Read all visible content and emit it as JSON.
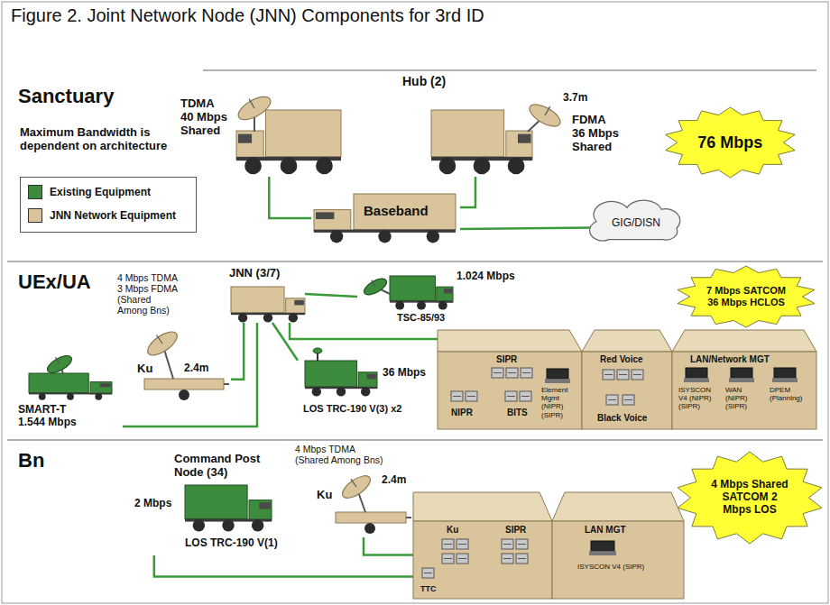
{
  "diagram": {
    "title": "Figure 2. Joint Network Node (JNN) Components for 3rd ID",
    "nodes": [
      {
        "text": [
          "Sanctuary",
          "Maximum Bandwidth is dependent on architecture"
        ]
      },
      {
        "text": [
          "TDMA 40 Mbps Shared"
        ],
        "in": 0
      },
      {
        "text": [
          "3.7m",
          "FDMA 36 Mbps Shared"
        ],
        "in": 0
      },
      {
        "text": [
          "Baseband"
        ],
        "in": 0
      },
      {
        "text": [
          "GIG/DISN"
        ],
        "in": 0
      },
      {
        "text": [
          "76 Mbps"
        ],
        "in": 0
      },
      {
        "text": [
          "UEx/UA"
        ]
      },
      {
        "text": [
          "JNN (3/7)",
          "4 Mbps TDMA 3 Mbps FDMA (Shared Among Bns)"
        ],
        "in": 6
      },
      {
        "text": [
          "Ku",
          "2.4m"
        ],
        "in": 6
      },
      {
        "text": [
          "SMART-T 1.544 Mbps"
        ],
        "in": 6
      },
      {
        "text": [
          "1.024 Mbps",
          "TSC-85/93"
        ],
        "in": 6
      },
      {
        "text": [
          "36 Mbps",
          "LOS TRC-190 V(3) x2"
        ],
        "in": 6
      },
      {
        "text": [
          "SIPR",
          "NIPR",
          "BITS",
          "Red Voice",
          "Element Mgmt (NIPR) (SIPR)",
          "Black Voice",
          "LAN/Network MGT",
          "ISYSCON V4 (NIPR) (SIPR)",
          "WAN (NIPR) (SIPR)",
          "DPEM (Planning)"
        ],
        "in": 6
      },
      {
        "text": [
          "7 Mbps SATCOM 36 Mbps HCLOS"
        ],
        "in": 6
      },
      {
        "text": [
          "Bn"
        ]
      },
      {
        "text": [
          "Command Post Node (34)",
          "2 Mbps",
          "LOS TRC-190 V(1)"
        ],
        "in": 14
      },
      {
        "text": [
          "4 Mbps TDMA (Shared Among Bns)",
          "Ku",
          "2.4m"
        ],
        "in": 14
      },
      {
        "text": [
          "Ku",
          "SIPR",
          "TTC",
          "LAN MGT",
          "ISYSCON V4 (SIPR)"
        ],
        "in": 14
      },
      {
        "text": [
          "4 Mbps Shared SATCOM 2 Mbps LOS"
        ],
        "in": 14
      }
    ],
    "edges": [
      {
        "from": 1,
        "to": 3,
        "arrow": "none"
      },
      {
        "from": 2,
        "to": 3,
        "arrow": "none"
      },
      {
        "from": 3,
        "to": 4,
        "arrow": "none"
      },
      {
        "from": 8,
        "to": 7,
        "arrow": "none"
      },
      {
        "from": 9,
        "to": 7,
        "arrow": "none"
      },
      {
        "from": 7,
        "to": 10,
        "arrow": "none"
      },
      {
        "from": 7,
        "to": 11,
        "arrow": "none"
      },
      {
        "from": 7,
        "to": 12,
        "arrow": "none"
      },
      {
        "from": 15,
        "to": 17,
        "arrow": "none"
      },
      {
        "from": 16,
        "to": 17,
        "arrow": "none"
      }
    ],
    "labels": [
      "Hub (2)"
    ],
    "legend": [
      {
        "text": "Existing Equipment",
        "color": "#3d8c3d"
      },
      {
        "text": "JNN Network Equipment",
        "color": "#d9c49c"
      }
    ]
  }
}
